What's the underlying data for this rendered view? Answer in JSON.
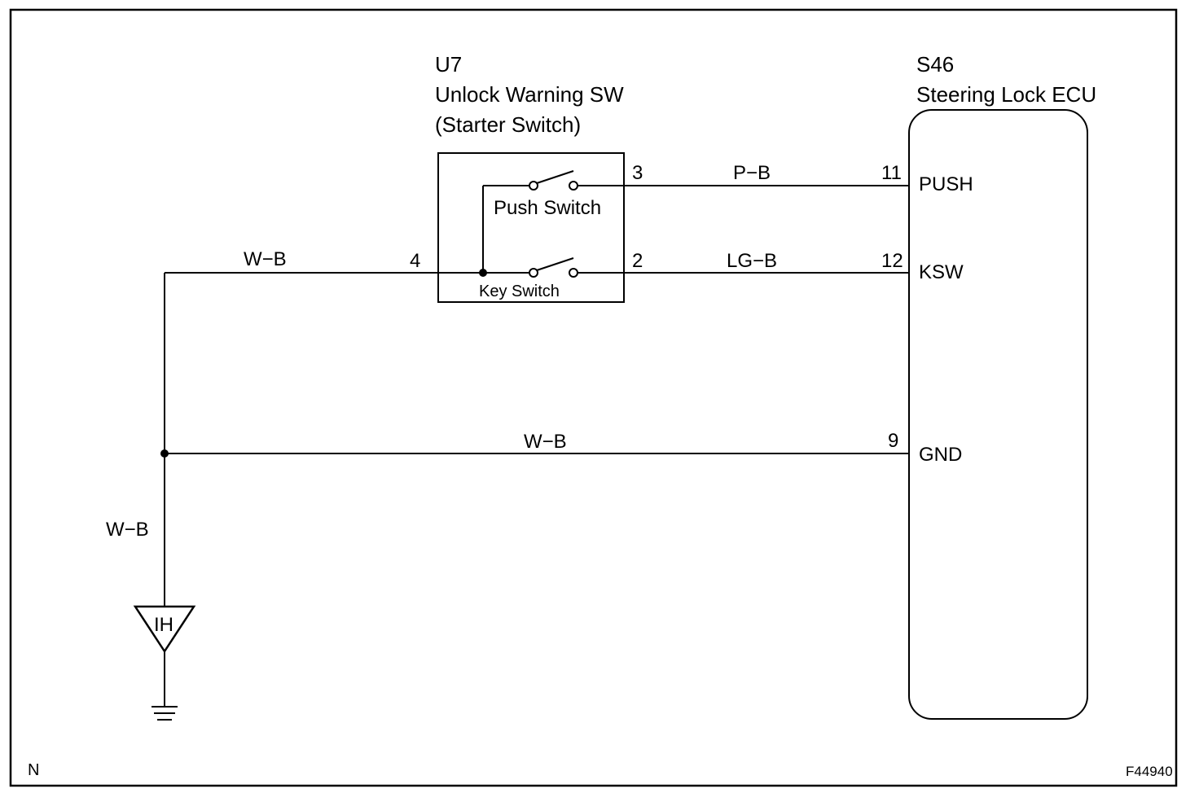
{
  "switch_assembly": {
    "code": "U7",
    "name": "Unlock Warning SW",
    "subname": "(Starter Switch)",
    "push_switch_label": "Push Switch",
    "key_switch_label": "Key Switch",
    "pins": {
      "push_out": "3",
      "common_in": "4",
      "key_out": "2"
    }
  },
  "ecu": {
    "code": "S46",
    "name": "Steering Lock ECU",
    "pins": [
      {
        "num": "11",
        "label": "PUSH"
      },
      {
        "num": "12",
        "label": "KSW"
      },
      {
        "num": "9",
        "label": "GND"
      }
    ]
  },
  "wires": {
    "push_to_ecu": "P−B",
    "key_to_ecu": "LG−B",
    "feed_to_switch": "W−B",
    "gnd_to_ecu": "W−B",
    "to_ground_point": "W−B"
  },
  "ground_point": {
    "code": "IH"
  },
  "corner_left": "N",
  "figure_id": "F44940"
}
